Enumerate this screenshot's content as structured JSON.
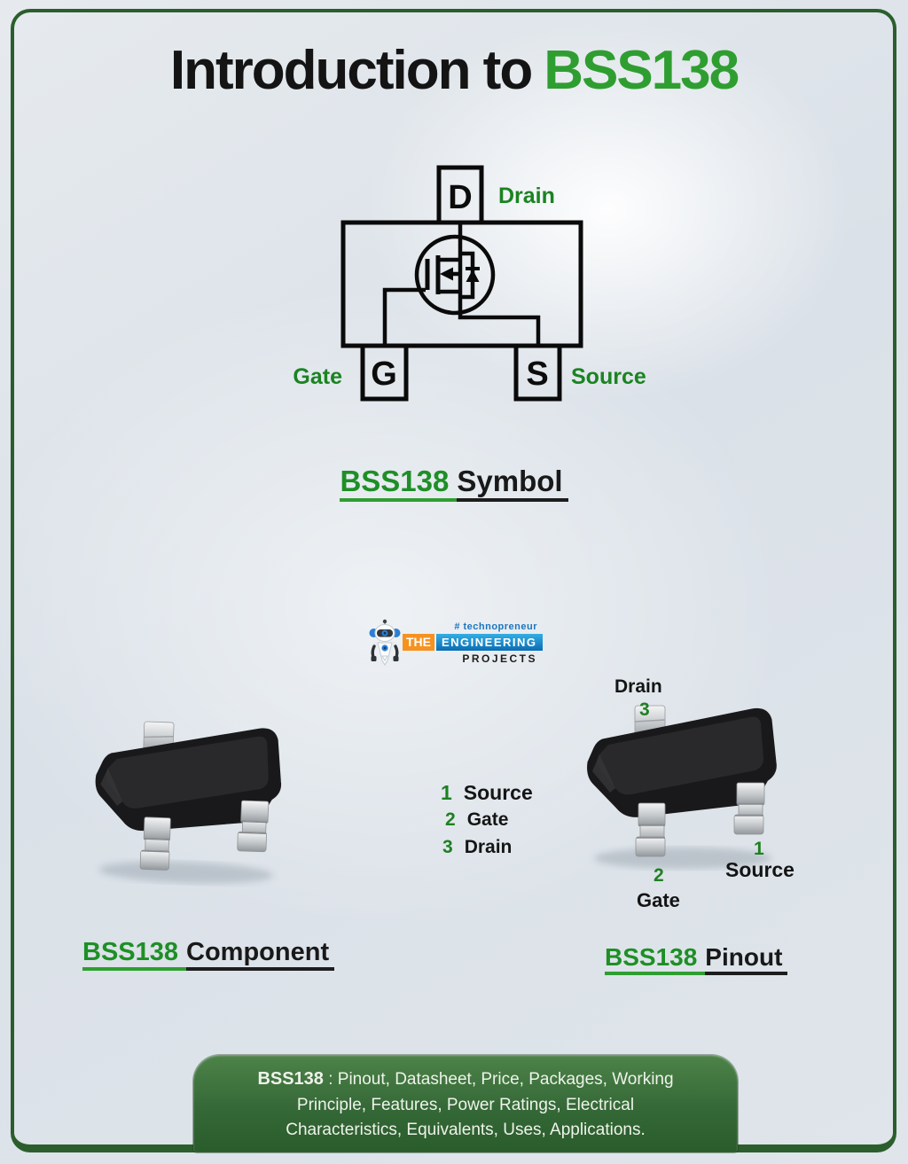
{
  "title": {
    "black": "Introduction to",
    "green": "BSS138"
  },
  "symbol": {
    "pin_d": "D",
    "pin_g": "G",
    "pin_s": "S",
    "label_drain": "Drain",
    "label_gate": "Gate",
    "label_source": "Source",
    "caption_green": "BSS138",
    "caption_black": "Symbol"
  },
  "logo": {
    "tagline": "# technopreneur",
    "the": "THE",
    "engineering": "ENGINEERING",
    "projects": "PROJECTS"
  },
  "legend": {
    "items": [
      {
        "num": "1",
        "name": "Source"
      },
      {
        "num": "2",
        "name": "Gate"
      },
      {
        "num": "3",
        "name": "Drain"
      }
    ]
  },
  "pinout": {
    "top_label": "Drain",
    "top_num": "3",
    "bottom_num": "2",
    "bottom_label": "Gate",
    "right_num": "1",
    "right_label": "Source"
  },
  "captions": {
    "component_green": "BSS138",
    "component_black": "Component",
    "pinout_green": "BSS138",
    "pinout_black": "Pinout"
  },
  "banner": {
    "bold": "BSS138",
    "line1": " : Pinout, Datasheet, Price, Packages, Working",
    "line2": "Principle, Features, Power Ratings, Electrical",
    "line3": "Characteristics, Equivalents, Uses, Applications."
  },
  "colors": {
    "title_green": "#2f9e31",
    "label_green": "#1b8322",
    "frame_green": "#2b5e2c",
    "banner_green": "#356837",
    "logo_orange": "#f69220",
    "logo_blue": "#1391d7"
  }
}
